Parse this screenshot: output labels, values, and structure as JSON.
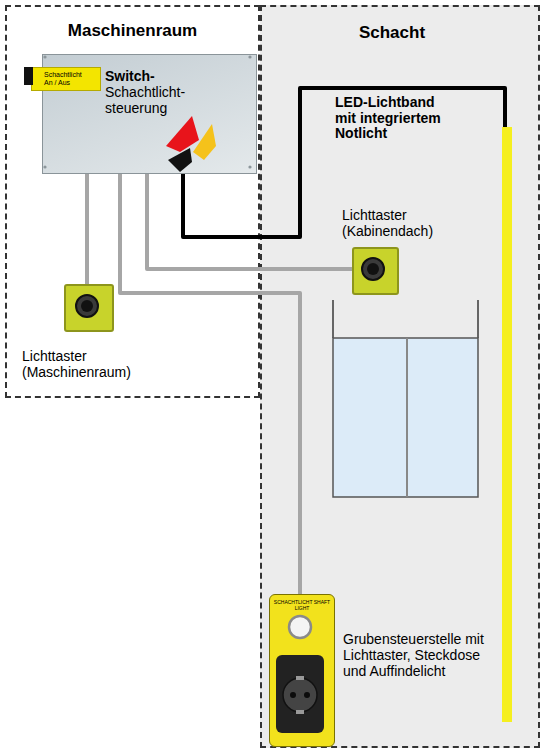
{
  "diagram": {
    "nodes": [
      {
        "text": [
          "Maschinenraum"
        ]
      },
      {
        "text": [
          "Switch- Schachtlicht- steuerung"
        ],
        "in": 0
      },
      {
        "text": [
          "Schachtlicht An / Aus"
        ],
        "in": 1
      },
      {
        "text": [
          "Lichttaster (Maschinenraum)"
        ],
        "in": 0
      },
      {
        "text": [
          "Schacht"
        ]
      },
      {
        "text": [
          "LED-Lichtband mit integriertem Notlicht"
        ],
        "in": 4
      },
      {
        "text": [
          "Lichttaster (Kabinendach)"
        ],
        "in": 4
      },
      {
        "text": [
          "SCHACHTLICHT SHAFT LIGHT",
          "Grubensteuerstelle mit Lichttaster, Steckdose und Auffindelicht"
        ],
        "in": 4
      }
    ],
    "edges": [
      {
        "from": 1,
        "to": 3,
        "arrow": "none"
      },
      {
        "from": 1,
        "to": 6,
        "arrow": "none"
      },
      {
        "from": 1,
        "to": 7,
        "arrow": "none"
      },
      {
        "from": 1,
        "to": 5,
        "arrow": "none"
      }
    ]
  }
}
